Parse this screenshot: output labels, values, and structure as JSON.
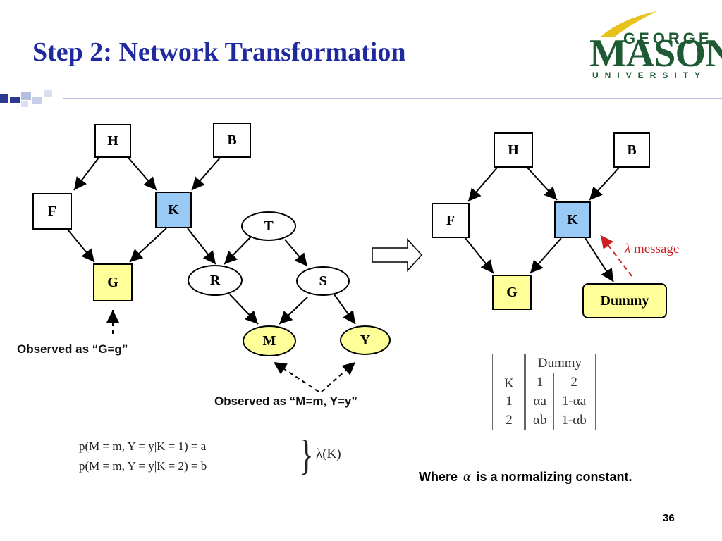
{
  "slide": {
    "title": "Step 2: Network Transformation",
    "page_number": "36"
  },
  "logo": {
    "line1": "GEORGE",
    "line2": "MASON",
    "line3": "UNIVERSITY"
  },
  "left_network": {
    "nodes": {
      "H": "H",
      "B": "B",
      "F": "F",
      "K": "K",
      "G": "G",
      "T": "T",
      "R": "R",
      "S": "S",
      "M": "M",
      "Y": "Y"
    },
    "observed_g": "Observed as “G=g”",
    "observed_my": "Observed as “M=m, Y=y”"
  },
  "right_network": {
    "nodes": {
      "H": "H",
      "B": "B",
      "F": "F",
      "K": "K",
      "G": "G",
      "Dummy": "Dummy"
    },
    "lambda_symbol": "λ",
    "lambda_text": " message"
  },
  "formulas": {
    "line1": "p(M = m, Y = y|K = 1) = a",
    "line2": "p(M = m, Y = y|K = 2) = b",
    "lambda_k": "λ(K)"
  },
  "table": {
    "header_dummy": "Dummy",
    "col_k": "K",
    "col_1": "1",
    "col_2": "2",
    "rows": [
      {
        "k": "1",
        "v1": "αa",
        "v2": "1-αa"
      },
      {
        "k": "2",
        "v1": "αb",
        "v2": "1-αb"
      }
    ]
  },
  "note": {
    "where": "Where",
    "alpha": "α",
    "rest": "is a normalizing constant."
  },
  "colors": {
    "title": "#1f2a9e",
    "observed_fill": "#ffff99",
    "evidence_target_fill": "#99c9f5",
    "logo_green": "#1e5b34",
    "lambda_red": "#cc2222"
  }
}
